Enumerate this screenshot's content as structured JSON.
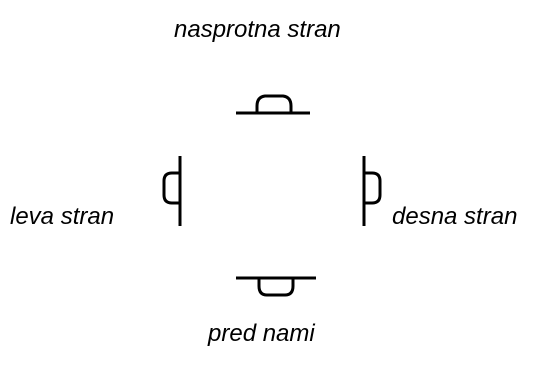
{
  "labels": {
    "top": "nasprotna stran",
    "left": "leva stran",
    "right": "desna stran",
    "bottom": "pred nami"
  },
  "style": {
    "ink_color": "#000000",
    "background": "#ffffff"
  }
}
